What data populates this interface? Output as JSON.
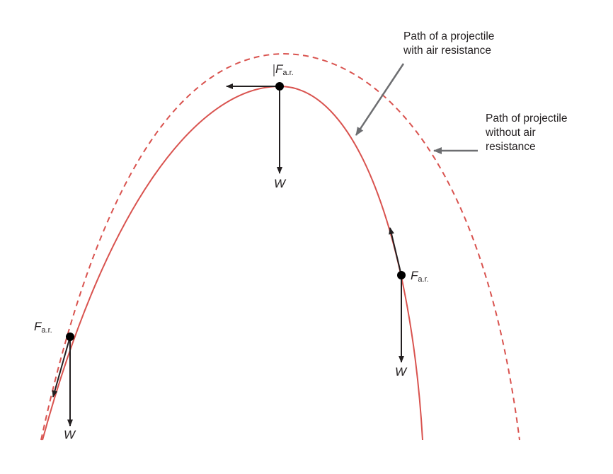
{
  "colors": {
    "path": "#d9534f",
    "dashed_path": "#d9534f",
    "arrow": "#231f20",
    "pointer": "#6d6e71",
    "background": "#ffffff"
  },
  "labels": {
    "with_air": [
      "Path of a projectile",
      "with air resistance"
    ],
    "without_air": [
      "Path of projectile",
      "without air",
      "resistance"
    ]
  },
  "forces": {
    "top": {
      "symbol": "F",
      "subscript": "a.r.",
      "weight": "W"
    },
    "right": {
      "symbol": "F",
      "subscript": "a.r.",
      "weight": "W"
    },
    "left": {
      "symbol": "F",
      "subscript": "a.r.",
      "weight": "W"
    }
  }
}
